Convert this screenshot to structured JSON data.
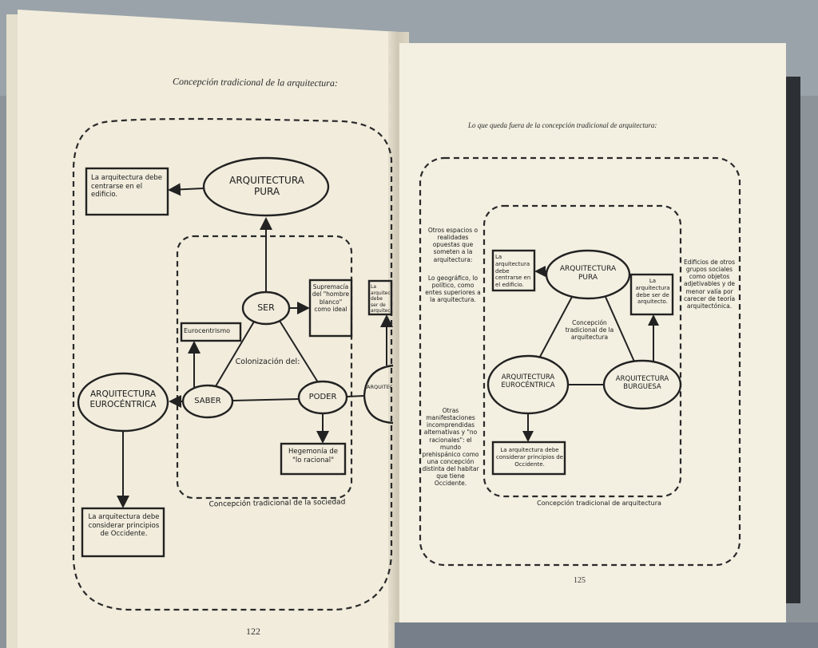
{
  "left_page": {
    "title": "Concepción tradicional de la arquitectura:",
    "page_number": "122",
    "nodes": {
      "arquitectura_pura": "ARQUITECTURA PURA",
      "ser": "SER",
      "saber": "SABER",
      "poder": "PODER",
      "arquitectura_eurocentrica": "ARQUITECTURA EUROCÉNTRICA",
      "arquitectura_burguesa_partial": "ARQUITECTURA BURGUESA"
    },
    "boxes": {
      "edificio": "La arquitectura debe centrarse en el edificio.",
      "supremacia": "Supremacía del \"hombre blanco\" como ideal",
      "eurocentrismo": "Eurocentrismo",
      "hegemonia": "Hegemonía de \"lo racional\"",
      "occidente": "La arquitectura debe considerar principios de Occidente.",
      "partial_right": "La arquitectura debe ser de arquitecto."
    },
    "center_label": "Colonización del:",
    "inner_frame_label": "Concepción tradicional de la sociedad"
  },
  "right_page": {
    "title": "Lo que queda fuera de la concepción tradicional de arquitectura:",
    "page_number": "125",
    "nodes": {
      "arquitectura_pura": "ARQUITECTURA PURA",
      "arquitectura_eurocentrica": "ARQUITECTURA EUROCÉNTRICA",
      "arquitectura_burguesa": "ARQUITECTURA BURGUESA"
    },
    "boxes": {
      "edificio": "La arquitectura debe centrarse en el edificio.",
      "arquitecto": "La arquitectura debe ser de arquitecto.",
      "occidente": "La arquitectura debe considerar principios de Occidente."
    },
    "center_label": "Concepción tradicional de la arquitectura",
    "inner_frame_label": "Concepción tradicional de arquitectura",
    "side_notes": {
      "otros_espacios": "Otros espacios o realidades opuestas que someten a la arquitectura:",
      "geografico": "Lo geográfico, lo político, como entes superiores a la arquitectura.",
      "manifestaciones": "Otras manifestaciones incomprendidas alternativas y \"no racionales\": el mundo prehispánico como una concepción distinta del habitar que tiene Occidente.",
      "edificios": "Edificios de otros grupos sociales como objetos adjetivables y de menor valía por carecer de teoría arquitectónica."
    }
  }
}
